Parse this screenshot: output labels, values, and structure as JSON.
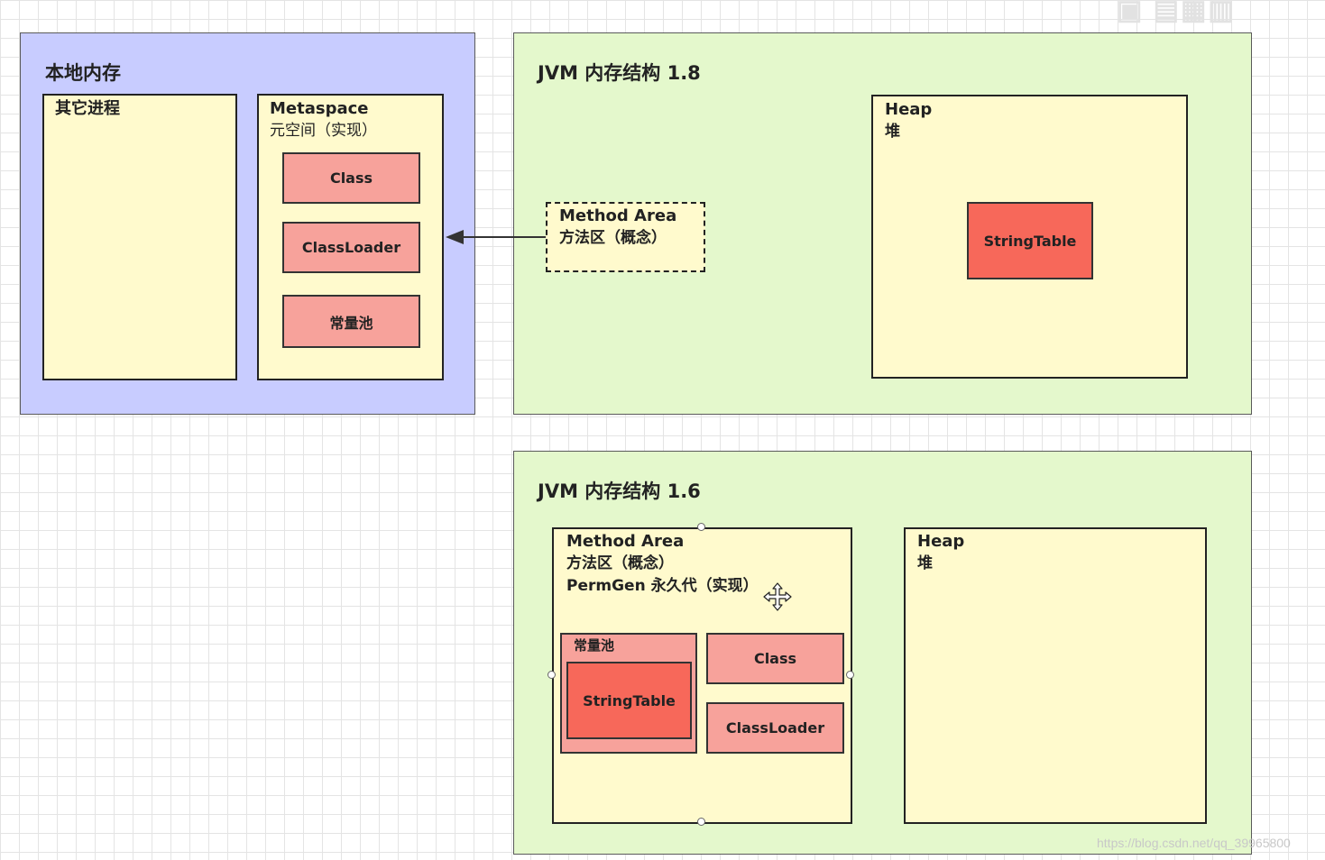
{
  "native_memory": {
    "title": "本地内存",
    "other_process": "其它进程",
    "metaspace": {
      "title": "Metaspace",
      "subtitle": "元空间（实现）",
      "class_label": "Class",
      "classloader_label": "ClassLoader",
      "constant_pool_label": "常量池"
    }
  },
  "jvm18": {
    "title": "JVM 内存结构 1.8",
    "method_area": {
      "title": "Method Area",
      "subtitle": "方法区（概念）"
    },
    "heap": {
      "title": "Heap",
      "subtitle": "堆",
      "stringtable_label": "StringTable"
    }
  },
  "jvm16": {
    "title": "JVM 内存结构 1.6",
    "method_area": {
      "title": "Method Area",
      "subtitle": "方法区（概念）",
      "impl": "PermGen 永久代（实现）",
      "constant_pool_label": "常量池",
      "stringtable_label": "StringTable",
      "class_label": "Class",
      "classloader_label": "ClassLoader"
    },
    "heap": {
      "title": "Heap",
      "subtitle": "堆"
    }
  },
  "watermark": "https://blog.csdn.net/qq_39965800",
  "corner_logo_text": "▣ ▤▦▥",
  "colors": {
    "native_bg": "#c8ccff",
    "jvm_bg": "#e4f8cc",
    "box_yellow": "#fffacd",
    "box_red_light": "#f7a29b",
    "box_red_strong": "#f7685a"
  }
}
